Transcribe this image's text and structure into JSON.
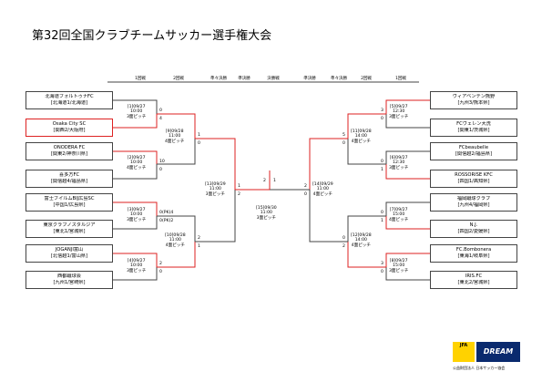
{
  "title": "第32回全国クラブチームサッカー選手権大会",
  "round_headers": [
    "1回戦",
    "2回戦",
    "準々決勝",
    "準決勝",
    "決勝戦",
    "準決勝",
    "準々決勝",
    "2回戦",
    "1回戦"
  ],
  "left_teams": [
    {
      "name": "北海道フォルトゥナFC",
      "region": "[北海道1/北海道]"
    },
    {
      "name": "Osaka City SC",
      "region": "[関西2/大阪府]"
    },
    {
      "name": "ONODERA FC",
      "region": "[関東2/神奈川県]"
    },
    {
      "name": "喜多方FC",
      "region": "[関信越4/福島県]"
    },
    {
      "name": "富士フイルムBIJ広島SC",
      "region": "[中国1/広島県]"
    },
    {
      "name": "東京クラブノスタルジア",
      "region": "[東北1/宮城県]"
    },
    {
      "name": "JOGANJI富山",
      "region": "[北信越1/富山県]"
    },
    {
      "name": "西都蹴球会",
      "region": "[九州1/宮崎県]"
    }
  ],
  "right_teams": [
    {
      "name": "ヴィアベンテン熊野",
      "region": "[九州3/熊本県]"
    },
    {
      "name": "FCヴェレン大洗",
      "region": "[関東1/茨城県]"
    },
    {
      "name": "FCbeaubelle",
      "region": "[関信越2/福島県]"
    },
    {
      "name": "ROSSORISE KFC",
      "region": "[四国1/高知県]"
    },
    {
      "name": "福岡蹴球クラブ",
      "region": "[九州4/福岡県]"
    },
    {
      "name": "N.J.",
      "region": "[四国2/愛媛県]"
    },
    {
      "name": "FC.Bombonera",
      "region": "[東海1/岐阜県]"
    },
    {
      "name": "IRIS.FC",
      "region": "[東北2/宮城県]"
    }
  ],
  "matches": {
    "m1": [
      "[1]09/27",
      "10:00",
      "3面ピッチ"
    ],
    "m2": [
      "[2]09/27",
      "10:00",
      "4面ピッチ"
    ],
    "m3": [
      "[3]09/27",
      "10:00",
      "3面ピッチ"
    ],
    "m4": [
      "[4]09/27",
      "10:00",
      "3面ピッチ"
    ],
    "m5": [
      "[5]09/27",
      "12:30",
      "3面ピッチ"
    ],
    "m6": [
      "[6]09/27",
      "12:30",
      "3面ピッチ"
    ],
    "m7": [
      "[7]09/27",
      "15:00",
      "4面ピッチ"
    ],
    "m8": [
      "[8]09/27",
      "15:00",
      "3面ピッチ"
    ],
    "m9": [
      "[9]09/28",
      "11:00",
      "4面ピッチ"
    ],
    "m10": [
      "[10]09/28",
      "11:00",
      "4面ピッチ"
    ],
    "m11": [
      "[11]09/28",
      "14:00",
      "4面ピッチ"
    ],
    "m12": [
      "[12]09/28",
      "14:00",
      "4面ピッチ"
    ],
    "m13": [
      "[13]09/29",
      "11:00",
      "3面ピッチ"
    ],
    "m14": [
      "[14]09/29",
      "11:00",
      "4面ピッチ"
    ],
    "m15": [
      "[15]09/30",
      "11:00",
      "3面ピッチ"
    ]
  },
  "scores": {
    "s1a": "0",
    "s1b": "4",
    "s2a": "10",
    "s2b": "0",
    "s3a": "0",
    "s3b": "0",
    "s3pk": "(PK)4",
    "s3pk2": "(PK)2",
    "s4a": "2",
    "s4b": "0",
    "s5a": "3",
    "s5b": "0",
    "s6a": "0",
    "s6b": "1",
    "s7a": "0",
    "s7b": "1",
    "s8a": "3",
    "s8b": "0",
    "s9a": "1",
    "s9b": "0",
    "s10a": "2",
    "s10b": "1",
    "s11a": "5",
    "s11b": "0",
    "s12a": "0",
    "s12b": "2",
    "s13a": "1",
    "s13b": "2",
    "s14a": "2",
    "s14b": "0",
    "s15a": "2",
    "s15b": "1"
  },
  "logo": {
    "jfa": "JFA",
    "dream": "DREAM",
    "association": "公益財団法人 日本サッカー協会"
  },
  "colors": {
    "winner_line": "#d22222",
    "line": "#444444"
  }
}
